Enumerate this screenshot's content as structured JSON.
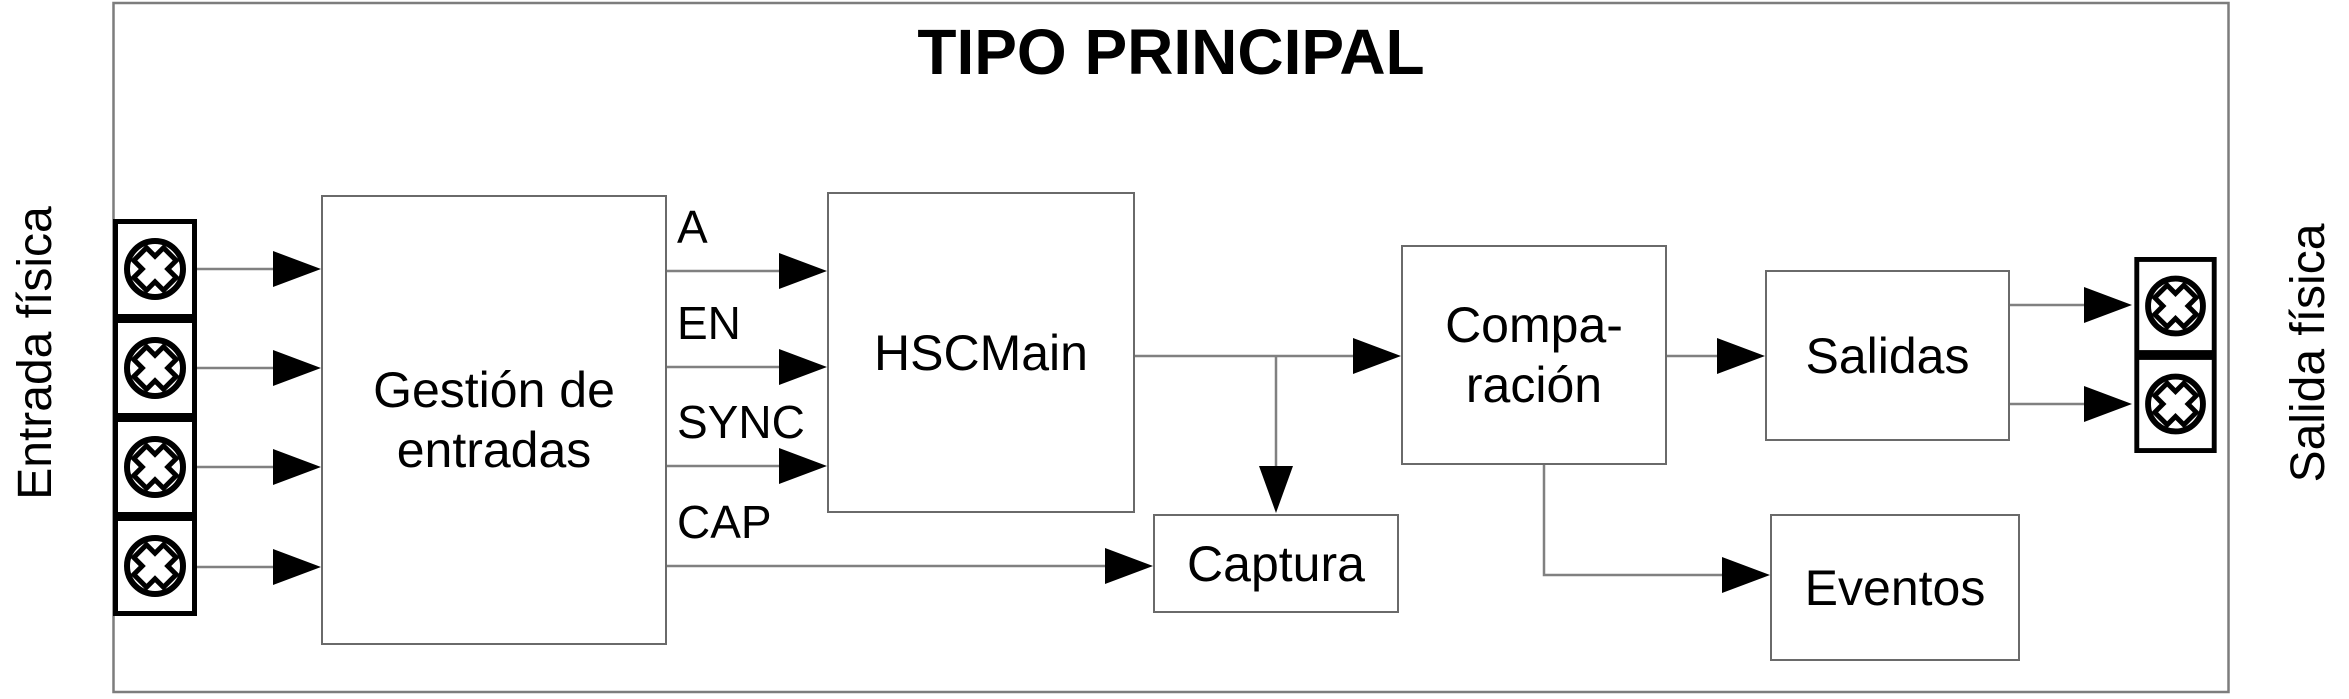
{
  "diagram": {
    "title": "TIPO PRINCIPAL",
    "side_labels": {
      "left": "Entrada física",
      "right": "Salida física"
    },
    "blocks": {
      "gestion": {
        "line1": "Gestión de",
        "line2": "entradas"
      },
      "hscmain": {
        "label": "HSCMain"
      },
      "captura": {
        "label": "Captura"
      },
      "comparacion": {
        "line1": "Compa-",
        "line2": "ración"
      },
      "salidas": {
        "label": "Salidas"
      },
      "eventos": {
        "label": "Eventos"
      }
    },
    "signals": {
      "a": "A",
      "en": "EN",
      "sync": "SYNC",
      "cap": "CAP"
    },
    "terminals": {
      "input_count": 4,
      "output_count": 2,
      "icon": "screw-terminal-icon"
    },
    "colors": {
      "background": "#ffffff",
      "text": "#000000",
      "connector_line": "#808080",
      "arrow_fill": "#000000",
      "box_border": "#6a6a6a",
      "terminal_border": "#000000"
    }
  }
}
